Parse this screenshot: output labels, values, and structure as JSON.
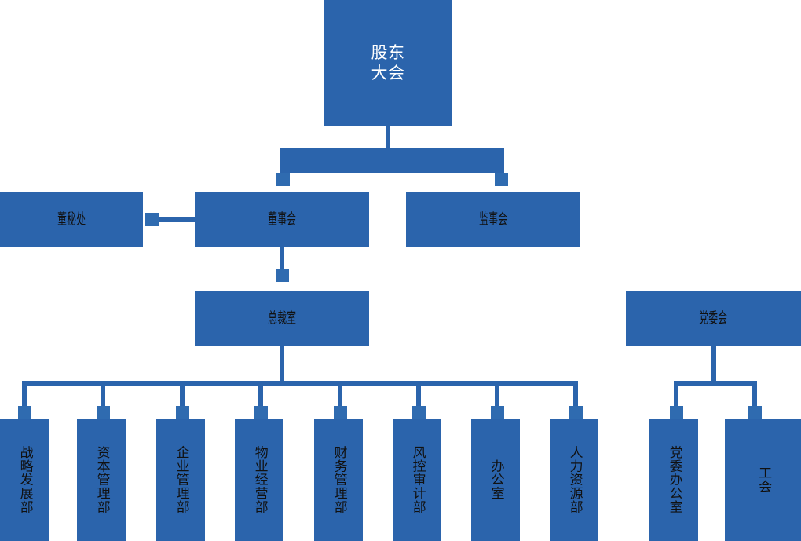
{
  "chart": {
    "type": "org-chart",
    "title": "",
    "orientation": "top-down",
    "box_color": "#2b64ac",
    "connector_color": "#2b64ac",
    "nub_color": "#2f6bb0",
    "root_text_color": "#ffffff",
    "node_text_color": "#111111",
    "background": "#ffffff"
  },
  "nodes": {
    "root": {
      "label": "股东\n大会"
    },
    "board": {
      "label": "董事会"
    },
    "supervisors": {
      "label": "监事会"
    },
    "secretariat": {
      "label": "董秘处"
    },
    "president": {
      "label": "总裁室"
    },
    "party": {
      "label": "党委会"
    },
    "departments": [
      {
        "label": "战略发展部"
      },
      {
        "label": "资本管理部"
      },
      {
        "label": "企业管理部"
      },
      {
        "label": "物业经营部"
      },
      {
        "label": "财务管理部"
      },
      {
        "label": "风控审计部"
      },
      {
        "label": "办公室"
      },
      {
        "label": "人力资源部"
      }
    ],
    "party_units": [
      {
        "label": "党委办公室"
      },
      {
        "label": "工会"
      }
    ]
  }
}
